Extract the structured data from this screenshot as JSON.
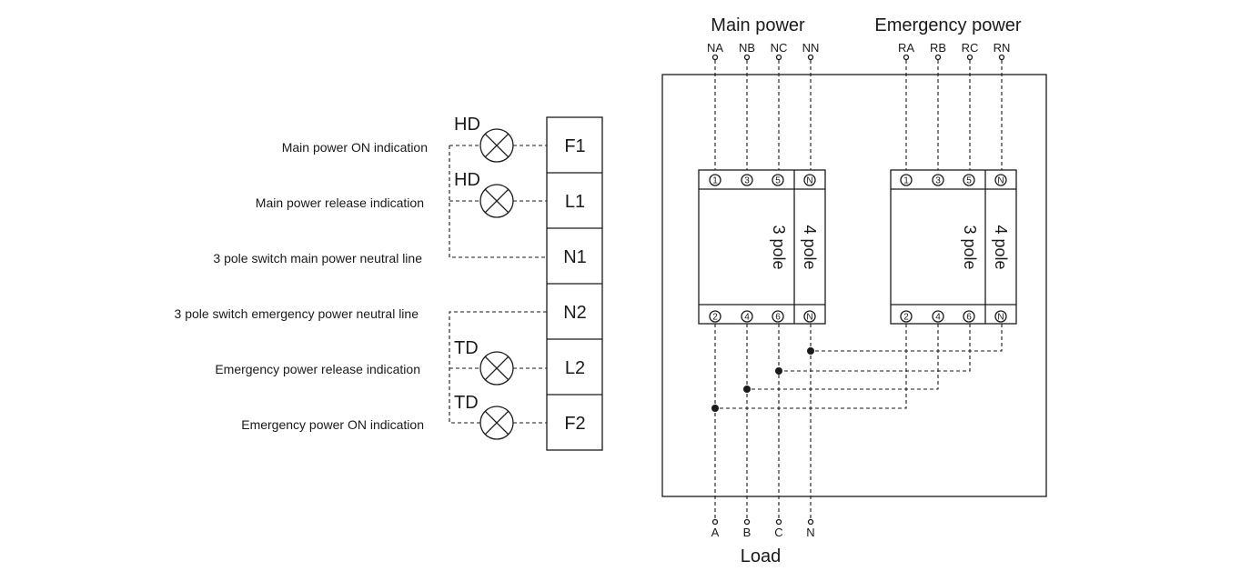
{
  "indicators": {
    "labels": [
      "Main power ON indication",
      "Main power release indication",
      "3 pole switch main power neutral line",
      "3 pole switch emergency power neutral line",
      "Emergency power release indication",
      "Emergency power ON indication"
    ],
    "terminals": [
      "F1",
      "L1",
      "N1",
      "N2",
      "L2",
      "F2"
    ],
    "lamps": [
      "HD",
      "HD",
      "TD",
      "TD"
    ]
  },
  "main_power": {
    "title": "Main power",
    "inputs": [
      "NA",
      "NB",
      "NC",
      "NN"
    ]
  },
  "emergency_power": {
    "title": "Emergency power",
    "inputs": [
      "RA",
      "RB",
      "RC",
      "RN"
    ]
  },
  "breaker": {
    "top_pins": [
      "1",
      "3",
      "5",
      "N"
    ],
    "bottom_pins": [
      "2",
      "4",
      "6",
      "N"
    ],
    "three_pole_label": "3 pole",
    "four_pole_label": "4 pole"
  },
  "load": {
    "title": "Load",
    "outputs": [
      "A",
      "B",
      "C",
      "N"
    ]
  }
}
